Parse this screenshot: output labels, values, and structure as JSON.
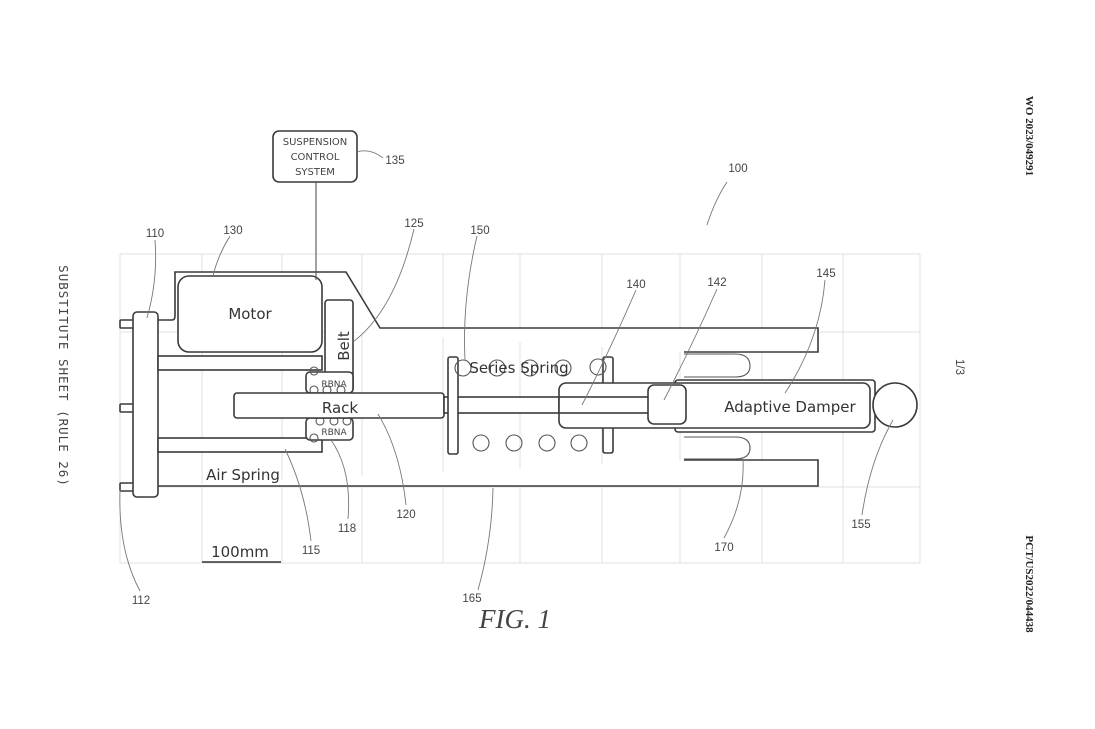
{
  "header": {
    "publication_number": "WO 2023/049291",
    "sheet": "1/3",
    "application_number": "PCT/US2022/044438",
    "side_note": "SUBSTITUTE SHEET (RULE 26)"
  },
  "figure": {
    "caption": "FIG. 1",
    "scale_label": "100mm",
    "control_box": [
      "SUSPENSION",
      "CONTROL",
      "SYSTEM"
    ],
    "component_labels": {
      "motor": "Motor",
      "belt": "Belt",
      "rbna_top": "RBNA",
      "rbna_bottom": "RBNA",
      "rack": "Rack",
      "air_spring": "Air Spring",
      "series_spring": "Series Spring",
      "adaptive_damper": "Adaptive Damper"
    },
    "reference_numerals": {
      "r100": "100",
      "r110": "110",
      "r112": "112",
      "r115": "115",
      "r118": "118",
      "r120": "120",
      "r125": "125",
      "r130": "130",
      "r135": "135",
      "r140": "140",
      "r142": "142",
      "r145": "145",
      "r150": "150",
      "r155": "155",
      "r165": "165",
      "r170": "170"
    }
  }
}
